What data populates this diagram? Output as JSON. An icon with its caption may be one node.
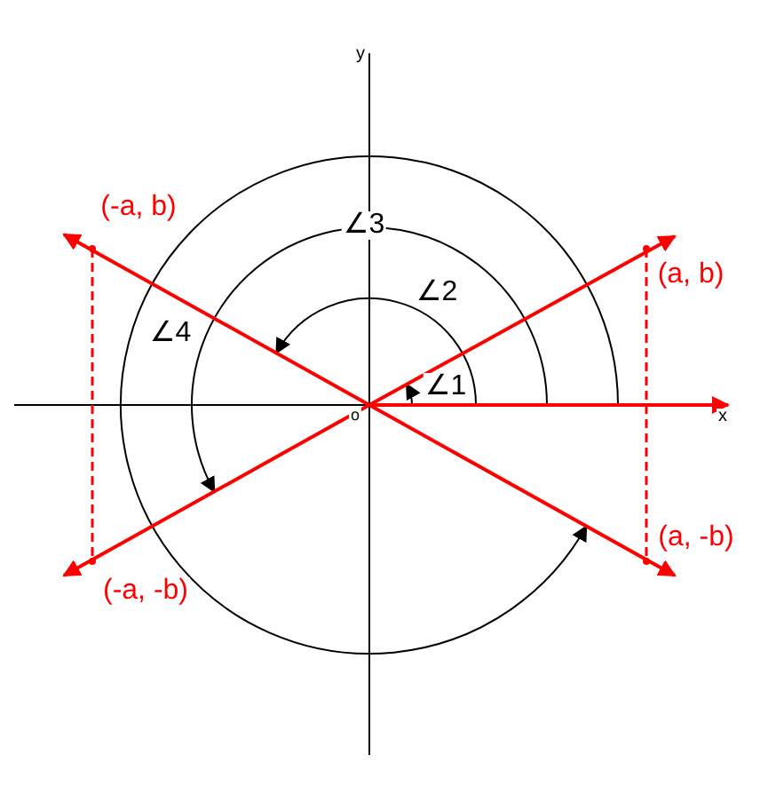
{
  "diagram": {
    "labels": [
      "y",
      "(-a, b)",
      "∠3",
      "(a, b)",
      "∠2",
      "∠4",
      "∠1",
      "o",
      "x",
      "(a, -b)",
      "(-a, -b)"
    ]
  }
}
